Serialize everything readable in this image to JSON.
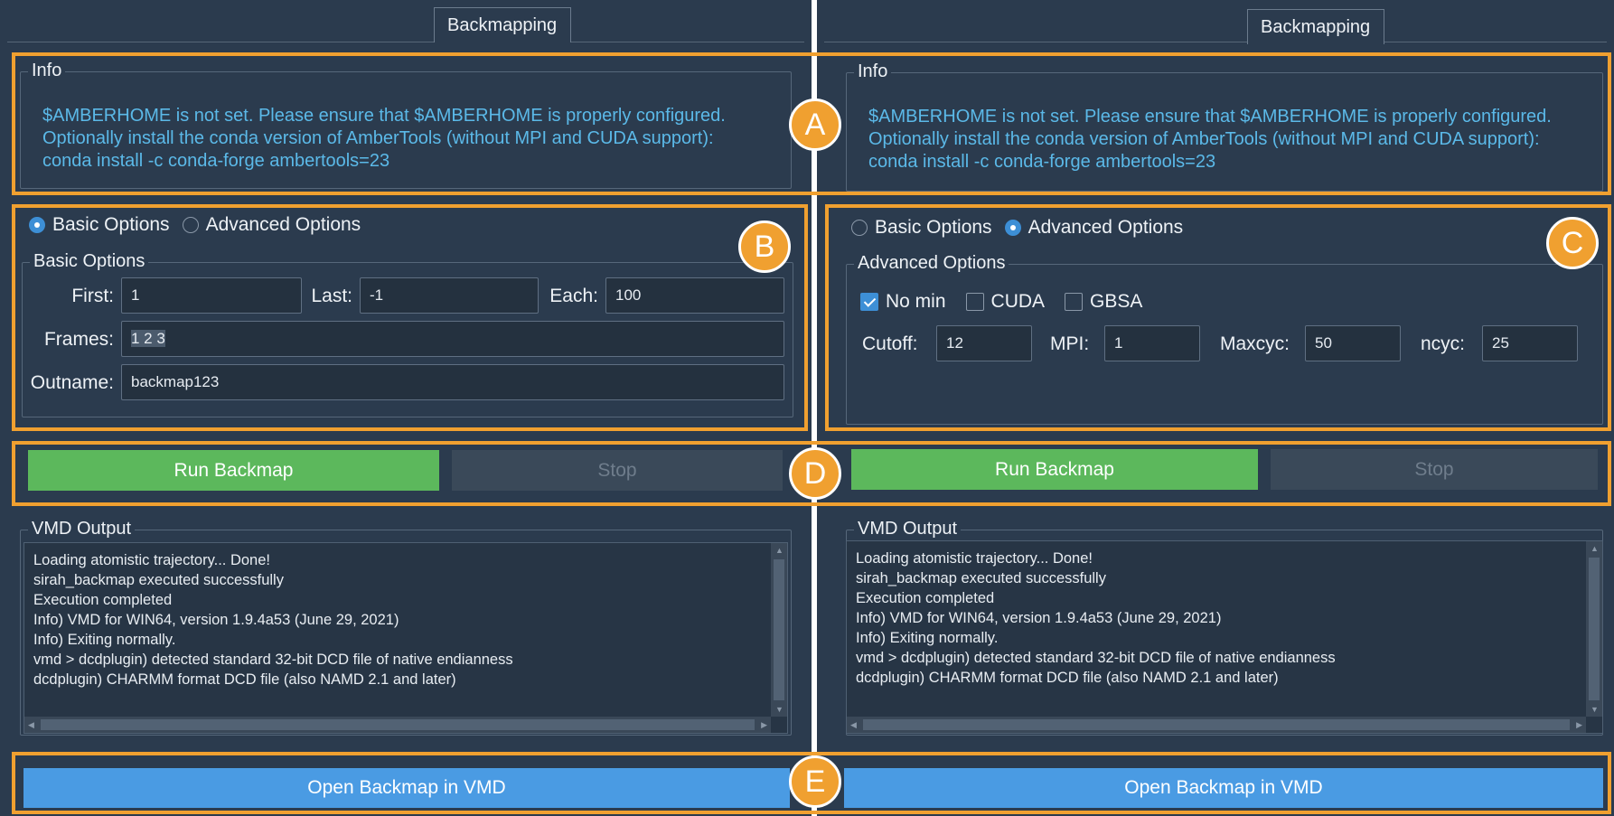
{
  "tab_label": "Backmapping",
  "info": {
    "title": "Info",
    "lines": [
      "$AMBERHOME is not set. Please ensure that $AMBERHOME is properly configured.",
      "Optionally install the conda version of AmberTools (without MPI and CUDA support):",
      "conda install -c conda-forge ambertools=23"
    ]
  },
  "mode": {
    "basic_label": "Basic Options",
    "advanced_label": "Advanced Options"
  },
  "basic": {
    "title": "Basic Options",
    "first_label": "First:",
    "first_value": "1",
    "last_label": "Last:",
    "last_value": "-1",
    "each_label": "Each:",
    "each_value": "100",
    "frames_label": "Frames:",
    "frames_value": "1 2 3",
    "outname_label": "Outname:",
    "outname_value": "backmap123"
  },
  "advanced": {
    "title": "Advanced Options",
    "nomin_label": "No min",
    "nomin_checked": true,
    "cuda_label": "CUDA",
    "cuda_checked": false,
    "gbsa_label": "GBSA",
    "gbsa_checked": false,
    "cutoff_label": "Cutoff:",
    "cutoff_value": "12",
    "mpi_label": "MPI:",
    "mpi_value": "1",
    "maxcyc_label": "Maxcyc:",
    "maxcyc_value": "50",
    "ncyc_label": "ncyc:",
    "ncyc_value": "25"
  },
  "buttons": {
    "run": "Run Backmap",
    "stop": "Stop",
    "open_vmd": "Open Backmap in VMD"
  },
  "output": {
    "title": "VMD Output",
    "lines": [
      "Loading atomistic trajectory... Done!",
      "sirah_backmap executed successfully",
      "Execution completed",
      "Info) VMD for WIN64, version 1.9.4a53 (June 29, 2021)",
      "Info) Exiting normally.",
      "vmd > dcdplugin) detected standard 32-bit DCD file of native endianness",
      "dcdplugin) CHARMM format DCD file (also NAMD 2.1 and later)"
    ]
  },
  "annotations": {
    "a": "A",
    "b": "B",
    "c": "C",
    "d": "D",
    "e": "E"
  },
  "colors": {
    "background": "#2b3b4e",
    "info_text": "#5bb9e8",
    "run_button": "#5cb85c",
    "open_button": "#4a9be3",
    "annotation": "#f0a030"
  }
}
